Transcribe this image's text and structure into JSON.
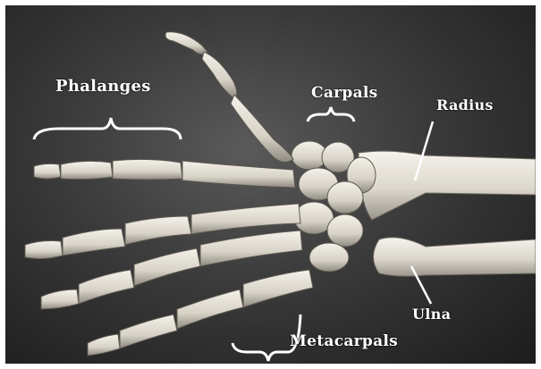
{
  "labels": {
    "phalanges": "Phalanges",
    "carpals": "Carpals",
    "radius": "Radius",
    "ulna": "Ulna",
    "metacarpals": "Metacarpals"
  },
  "colors": {
    "background": "#2e2e2e",
    "bone": "#e8e4da",
    "bone_shadow": "#9a968c",
    "label": "#ffffff"
  }
}
